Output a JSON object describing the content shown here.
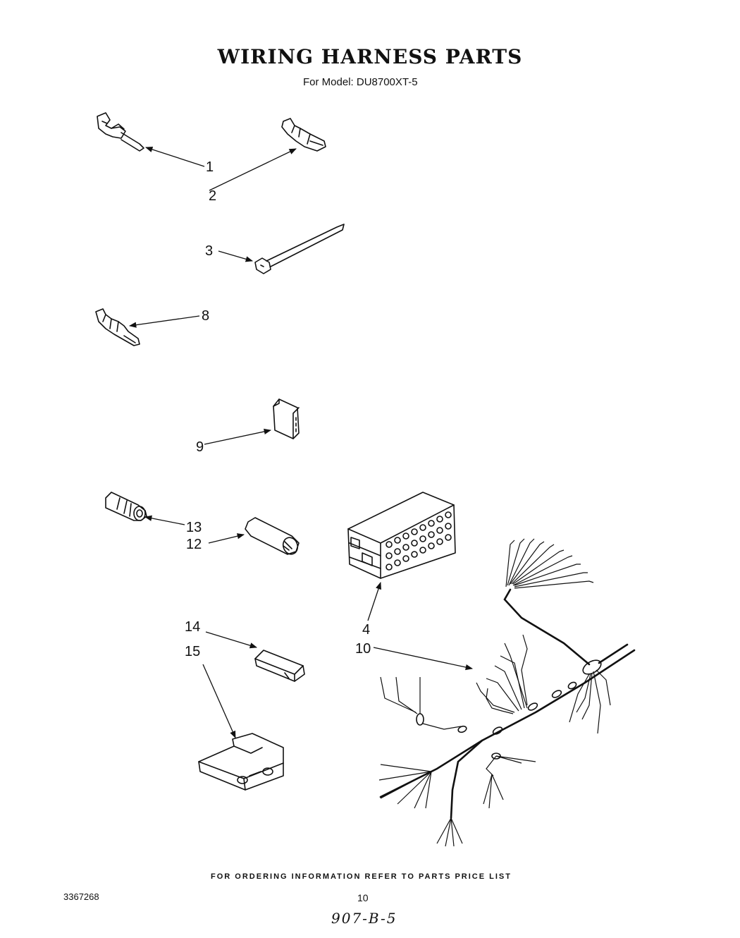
{
  "header": {
    "title": "WIRING HARNESS PARTS",
    "subtitle": "For Model: DU8700XT-5"
  },
  "callouts": [
    "1",
    "2",
    "3",
    "8",
    "9",
    "13",
    "12",
    "4",
    "14",
    "10",
    "15"
  ],
  "footer": {
    "ordering_note": "FOR ORDERING INFORMATION REFER TO PARTS PRICE LIST",
    "document_number": "3367268",
    "page_number": "10",
    "handwritten_note": "907-B-5"
  }
}
